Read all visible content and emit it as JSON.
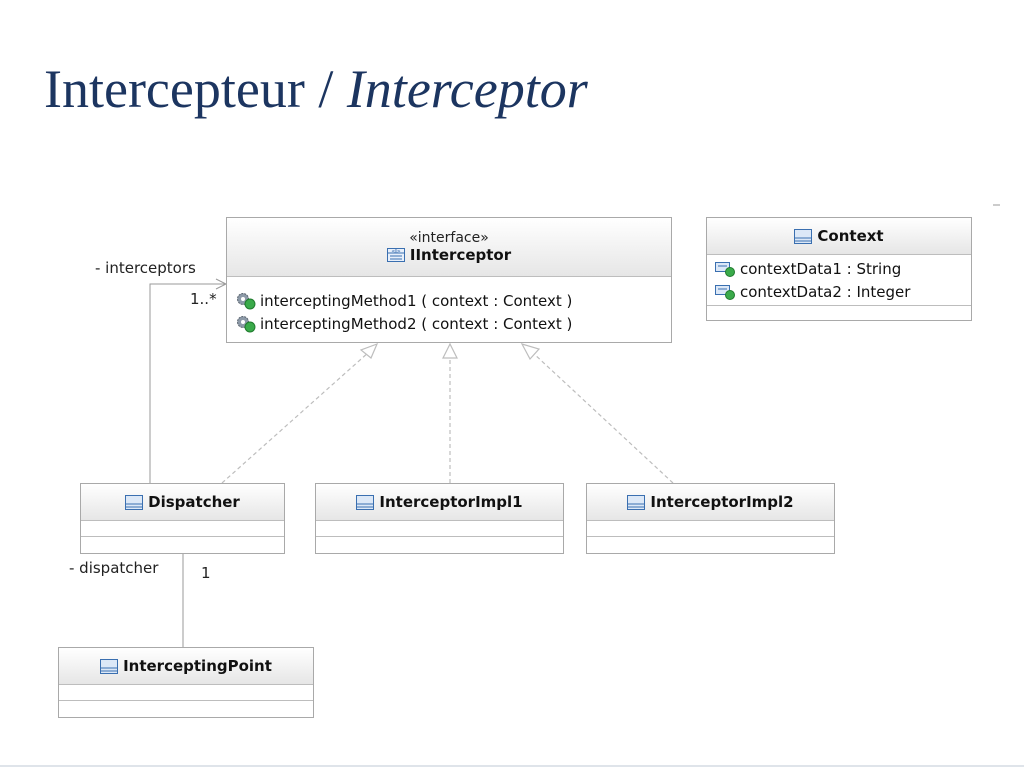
{
  "title": {
    "main": "Intercepteur / ",
    "italic": "Interceptor"
  },
  "colors": {
    "title": "#1c3560",
    "border": "#a9a9a9",
    "header_bg": "#e6e6e6"
  },
  "classes": {
    "iinterceptor": {
      "stereotype": "«interface»",
      "name": "IInterceptor",
      "icon": "interface-icon",
      "operations": [
        "interceptingMethod1 ( context : Context )",
        "interceptingMethod2 ( context : Context )"
      ]
    },
    "context": {
      "name": "Context",
      "icon": "class-icon",
      "attributes": [
        "contextData1 : String",
        "contextData2 : Integer"
      ]
    },
    "dispatcher": {
      "name": "Dispatcher",
      "icon": "class-icon"
    },
    "impl1": {
      "name": "InterceptorImpl1",
      "icon": "class-icon"
    },
    "impl2": {
      "name": "InterceptorImpl2",
      "icon": "class-icon"
    },
    "intercepting_point": {
      "name": "InterceptingPoint",
      "icon": "class-icon"
    }
  },
  "associations": {
    "interceptors": {
      "role": "- interceptors",
      "multiplicity": "1..*"
    },
    "dispatcher": {
      "role": "- dispatcher",
      "multiplicity": "1"
    }
  }
}
